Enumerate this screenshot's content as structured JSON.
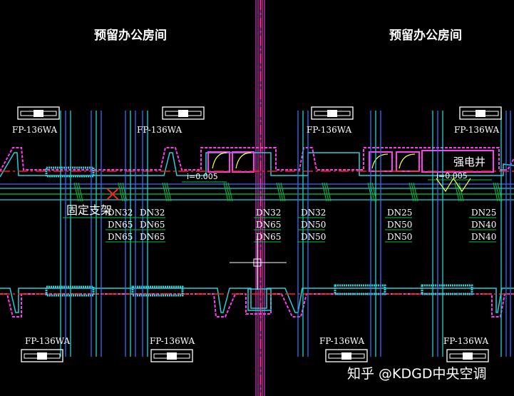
{
  "rooms": [
    "预留办公房间",
    "预留办公房间"
  ],
  "fan_coil_units": [
    "FP-136WA",
    "FP-136WA",
    "FP-136WA",
    "FP-136WA",
    "FP-136WA",
    "FP-136WA",
    "FP-136WA",
    "FP-136WA"
  ],
  "pipe_sizes": {
    "group1": [
      "DN32",
      "DN65",
      "DN65"
    ],
    "group2": [
      "DN32",
      "DN65",
      "DN65"
    ],
    "group3": [
      "DN32",
      "DN65",
      "DN65"
    ],
    "group4": [
      "DN32",
      "DN50",
      "DN50"
    ],
    "group5": [
      "DN25",
      "DN50",
      "DN50"
    ],
    "group6": [
      "DN25",
      "DN40",
      "DN40"
    ]
  },
  "slopes": [
    "i=0.005",
    "i=0.005"
  ],
  "bracket_label": "固定支架",
  "shaft_label": "强电井",
  "watermark": "知乎 @KDGD中央空调",
  "colors": {
    "background": "#000000",
    "pipe_cyan": "#22d0d8",
    "wall_magenta": "#ff3cf0",
    "axis_red": "#ff2020",
    "line_green": "#00c840",
    "line_blue": "#3070ff",
    "text": "#ffffff"
  }
}
